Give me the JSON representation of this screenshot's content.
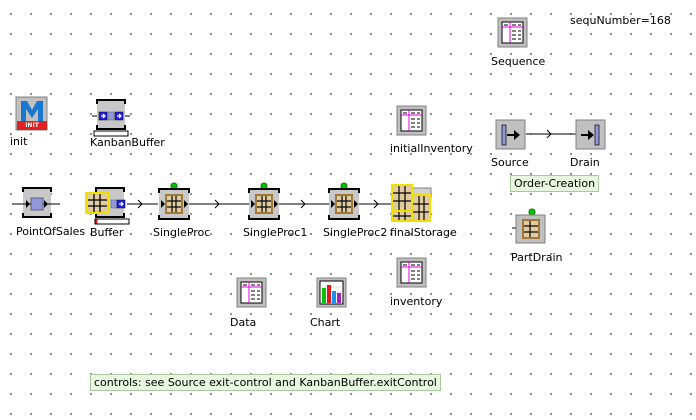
{
  "canvas": {
    "grid": "dotted"
  },
  "variables": {
    "sequ_number_text": "sequNumber=168"
  },
  "objects": {
    "init": {
      "label": "init",
      "icon": "method-init-icon",
      "icon_caption": "INIT"
    },
    "kanban_buffer": {
      "label": "KanbanBuffer",
      "icon": "buffer-icon"
    },
    "point_of_sales": {
      "label": "PointOfSales",
      "icon": "station-icon"
    },
    "buffer": {
      "label": "Buffer",
      "icon": "buffer-occupied-icon"
    },
    "single_proc": {
      "label": "SingleProc",
      "icon": "singleproc-icon"
    },
    "single_proc1": {
      "label": "SingleProc1",
      "icon": "singleproc-icon"
    },
    "single_proc2": {
      "label": "SingleProc2",
      "icon": "singleproc-icon"
    },
    "final_storage": {
      "label": "finalStorage",
      "icon": "store-icon"
    },
    "initial_inventory": {
      "label": "initialInventory",
      "icon": "table-icon"
    },
    "inventory": {
      "label": "inventory",
      "icon": "table-icon"
    },
    "data": {
      "label": "Data",
      "icon": "table-icon"
    },
    "chart": {
      "label": "Chart",
      "icon": "chart-icon"
    },
    "sequence": {
      "label": "Sequence",
      "icon": "table-icon"
    },
    "source": {
      "label": "Source",
      "icon": "source-icon"
    },
    "drain": {
      "label": "Drain",
      "icon": "drain-icon"
    },
    "part_drain": {
      "label": "PartDrain",
      "icon": "singleproc-icon"
    }
  },
  "comments": {
    "order_creation": "Order-Creation",
    "controls": "controls: see Source exit-control and KanbanBuffer.exitControl"
  },
  "colors": {
    "note_bg": "#e8f8e0",
    "status_green": "#00c000",
    "occupied_yellow": "#f0e000",
    "part_tan": "#e0cca0",
    "frame_brown": "#a07838",
    "table_magenta": "#e000e0",
    "init_blue": "#1878d0",
    "init_red": "#e02020"
  }
}
